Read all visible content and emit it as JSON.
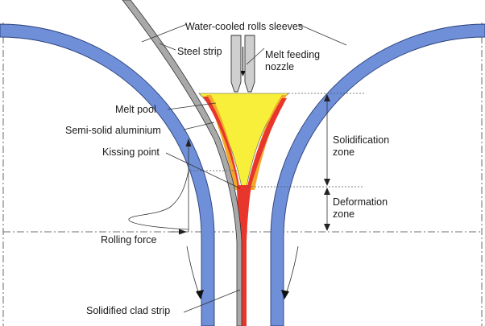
{
  "labels": {
    "water_cooled": "Water-cooled rolls sleeves",
    "steel_strip": "Steel strip",
    "melt_feeding_1": "Melt feeding",
    "melt_feeding_2": "nozzle",
    "melt_pool": "Melt pool",
    "semi_solid": "Semi-solid aluminium",
    "kissing_point": "Kissing point",
    "solidification_1": "Solidification",
    "solidification_2": "zone",
    "deformation_1": "Deformation",
    "deformation_2": "zone",
    "rolling_force": "Rolling force",
    "solidified_clad": "Solidified clad strip"
  },
  "colors": {
    "roll_sleeve": "#6f8fd8",
    "roll_outline": "#2a3f7a",
    "melt_pool": "#f7ef3a",
    "semi_solid": "#f4a72a",
    "solid_strip": "#e8362c",
    "steel_strip": "#a9a9a9",
    "nozzle": "#cfcfcf"
  }
}
